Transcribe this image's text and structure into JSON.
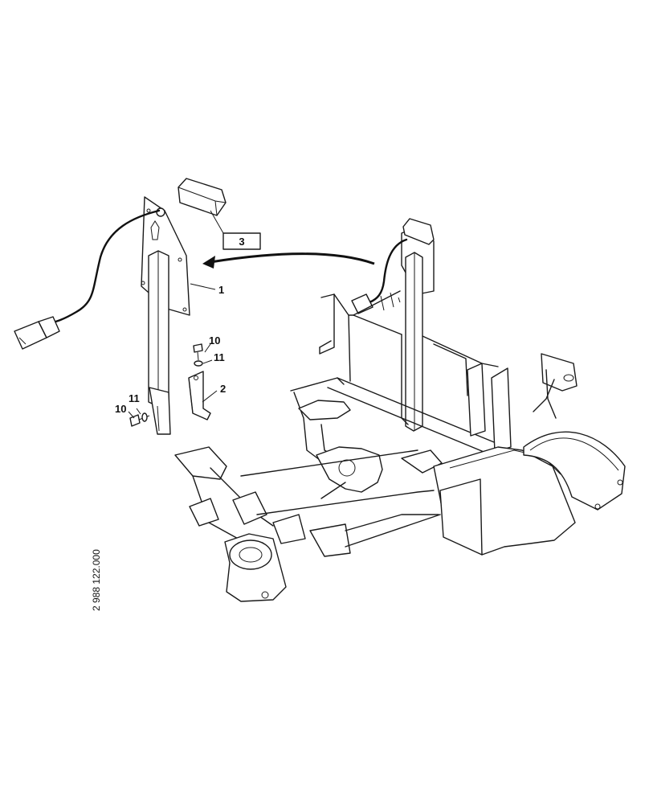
{
  "callouts": {
    "part_1": "1",
    "part_2": "2",
    "part_3": "3",
    "part_10_upper": "10",
    "part_11_upper": "11",
    "part_10_lower": "10",
    "part_11_lower": "11"
  },
  "drawing_number": "2 988 122.000"
}
